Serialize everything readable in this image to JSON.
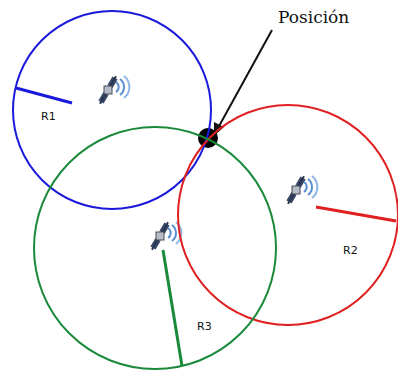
{
  "diagram": {
    "nodes": [
      {
        "text": [
          "R1"
        ]
      },
      {
        "text": [
          "R2"
        ]
      },
      {
        "text": [
          "R3"
        ]
      }
    ],
    "labels": [
      "Posición"
    ]
  }
}
